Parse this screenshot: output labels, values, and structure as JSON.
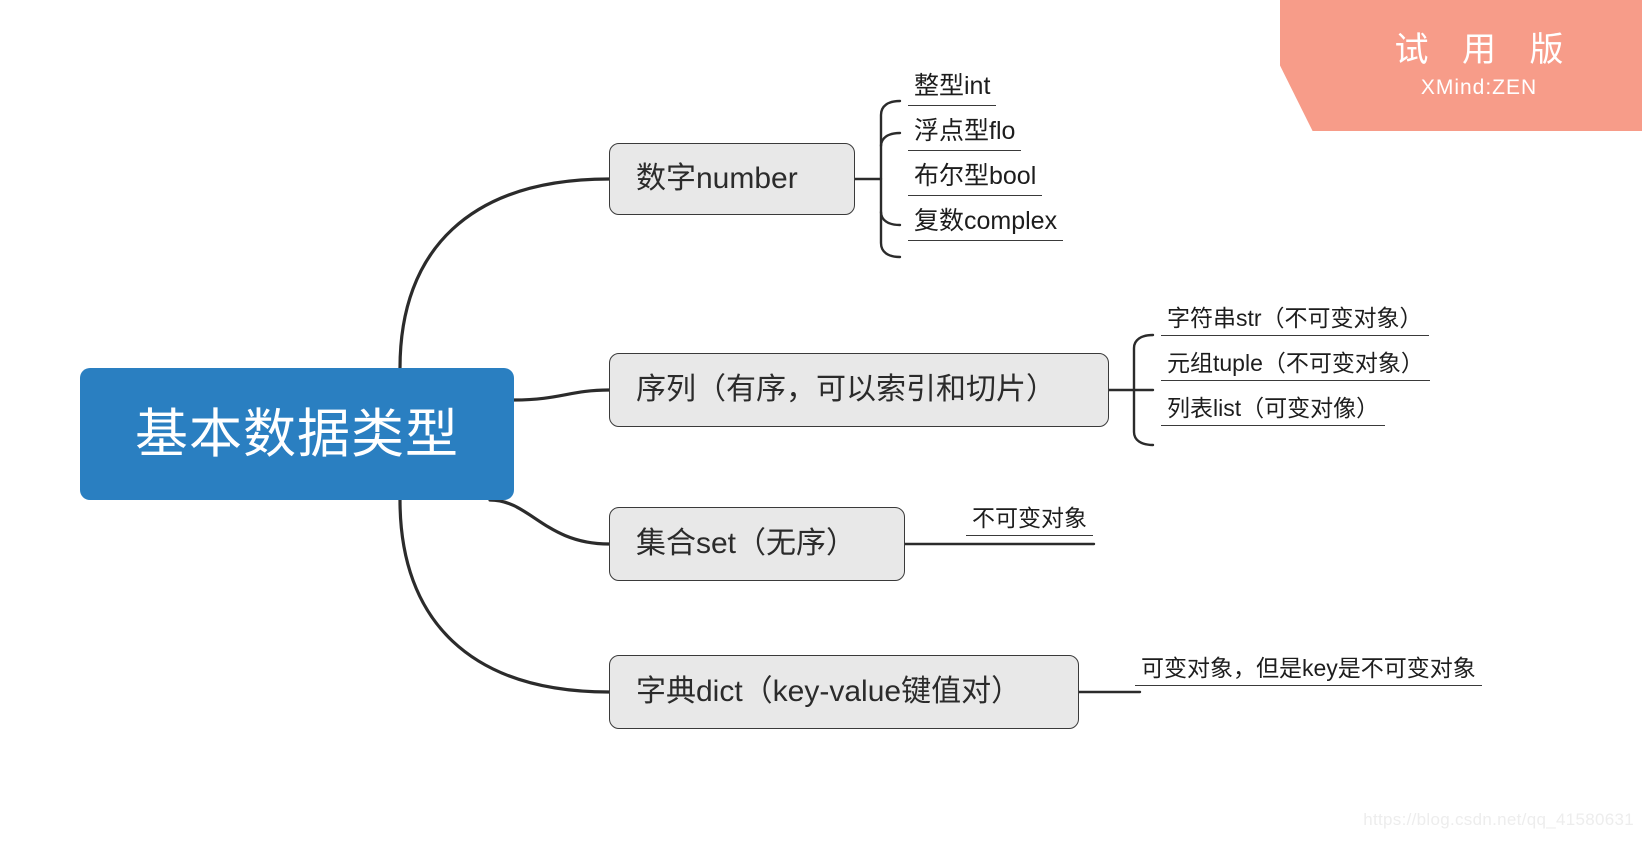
{
  "document": {
    "type": "mindmap",
    "background_color": "#ffffff",
    "central_color": "#2a7fc1",
    "branch_fill": "#e8e8e8",
    "branch_stroke": "#3a3a3a"
  },
  "central": {
    "label": "基本数据类型"
  },
  "branches": [
    {
      "id": "number",
      "label": "数字number"
    },
    {
      "id": "sequence",
      "label": "序列（有序，可以索引和切片）"
    },
    {
      "id": "set",
      "label": "集合set（无序）"
    },
    {
      "id": "dict",
      "label": "字典dict（key-value键值对）"
    }
  ],
  "leaves": {
    "number": [
      {
        "id": "int",
        "label": "整型int"
      },
      {
        "id": "float",
        "label": "浮点型flo"
      },
      {
        "id": "bool",
        "label": "布尔型bool"
      },
      {
        "id": "complex",
        "label": "复数complex"
      }
    ],
    "sequence": [
      {
        "id": "str",
        "label": "字符串str（不可变对象）"
      },
      {
        "id": "tuple",
        "label": "元组tuple（不可变对象）"
      },
      {
        "id": "list",
        "label": "列表list（可变对像）"
      }
    ],
    "set": [
      {
        "id": "set-immutable",
        "label": "不可变对象"
      }
    ],
    "dict": [
      {
        "id": "dict-note",
        "label": "可变对象，但是key是不可变对象"
      }
    ]
  },
  "trial_banner": {
    "title": "试 用 版",
    "subtitle": "XMind:ZEN",
    "color": "#f79c89"
  },
  "watermark": {
    "text": "https://blog.csdn.net/qq_41580631"
  }
}
